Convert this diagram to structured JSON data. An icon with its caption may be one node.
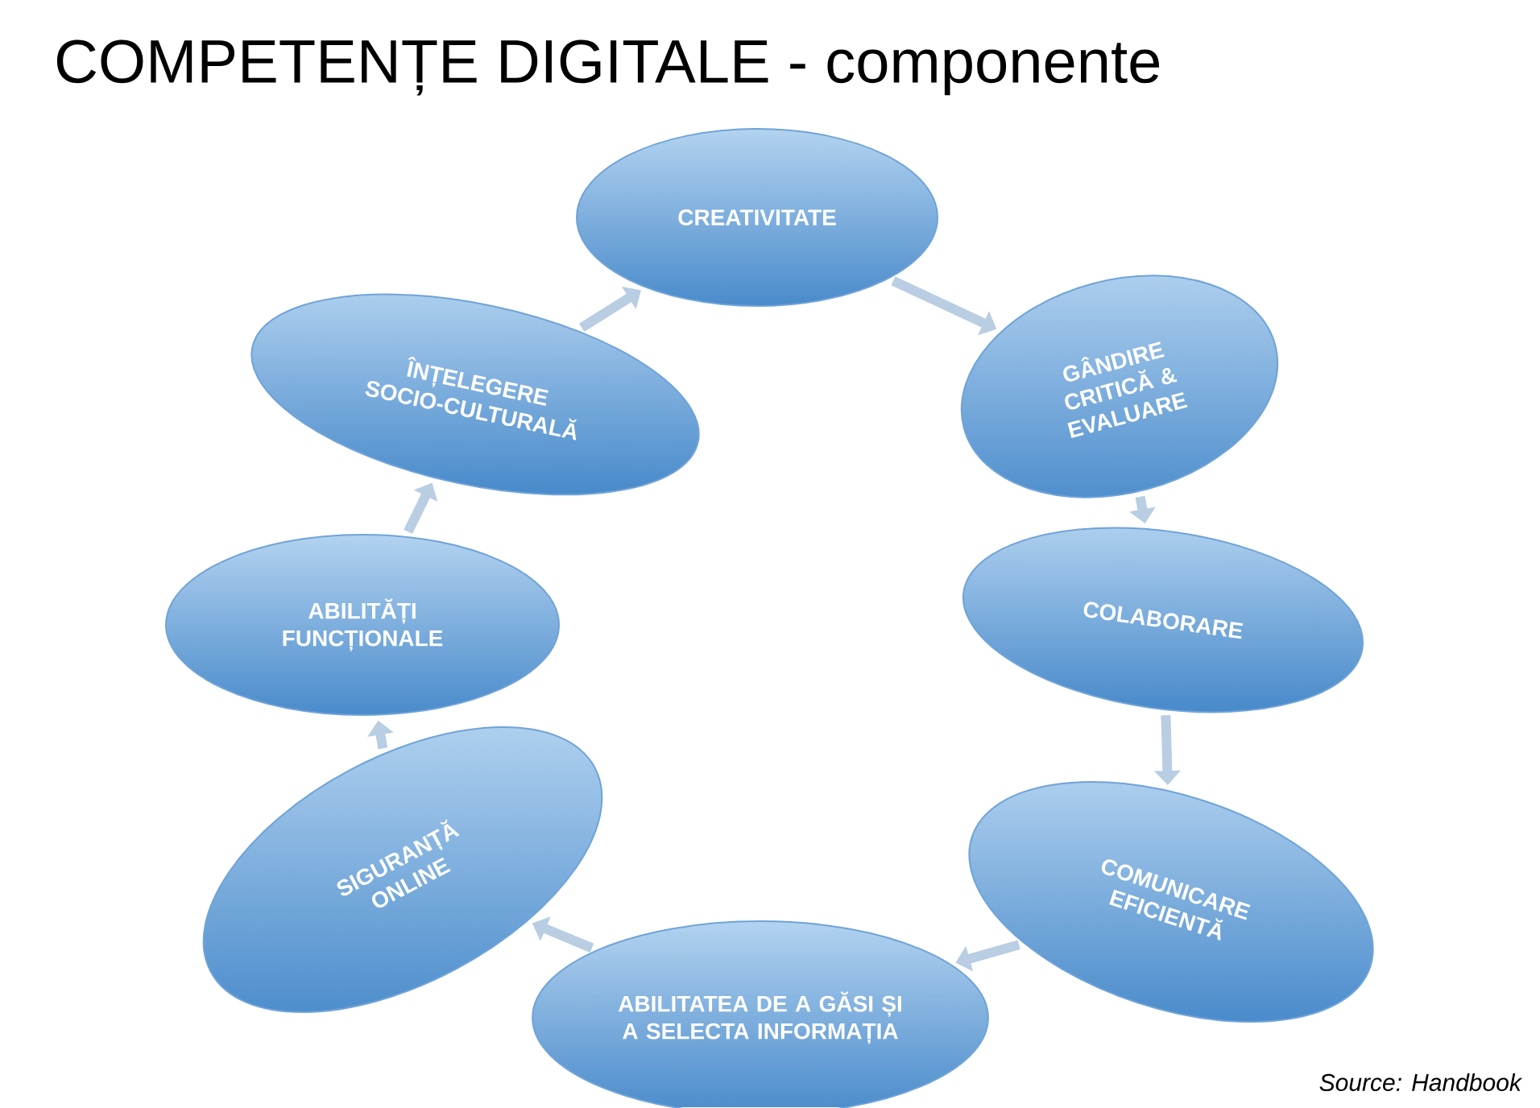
{
  "diagram": {
    "title": "COMPETENȚE DIGITALE - componente",
    "nodes": [
      {
        "text": [
          "CREATIVITATE"
        ]
      },
      {
        "text": [
          "GÂNDIRE CRITICĂ & EVALUARE"
        ]
      },
      {
        "text": [
          "COLABORARE"
        ]
      },
      {
        "text": [
          "COMUNICARE EFICIENTĂ"
        ]
      },
      {
        "text": [
          "ABILITATEA DE A GĂSI ȘI A SELECTA INFORMAȚIA"
        ]
      },
      {
        "text": [
          "SIGURANȚĂ ONLINE"
        ]
      },
      {
        "text": [
          "ABILITĂȚI FUNCȚIONALE"
        ]
      },
      {
        "text": [
          "ÎNȚELEGERE SOCIO-CULTURALĂ"
        ]
      }
    ],
    "edges": [
      {
        "from": 0,
        "to": 1,
        "arrow": "to"
      },
      {
        "from": 1,
        "to": 2,
        "arrow": "to"
      },
      {
        "from": 2,
        "to": 3,
        "arrow": "to"
      },
      {
        "from": 3,
        "to": 4,
        "arrow": "to"
      },
      {
        "from": 4,
        "to": 5,
        "arrow": "to"
      },
      {
        "from": 5,
        "to": 6,
        "arrow": "to"
      },
      {
        "from": 6,
        "to": 7,
        "arrow": "to"
      },
      {
        "from": 7,
        "to": 0,
        "arrow": "to"
      }
    ],
    "labels": [
      "Source: Handbook"
    ]
  }
}
